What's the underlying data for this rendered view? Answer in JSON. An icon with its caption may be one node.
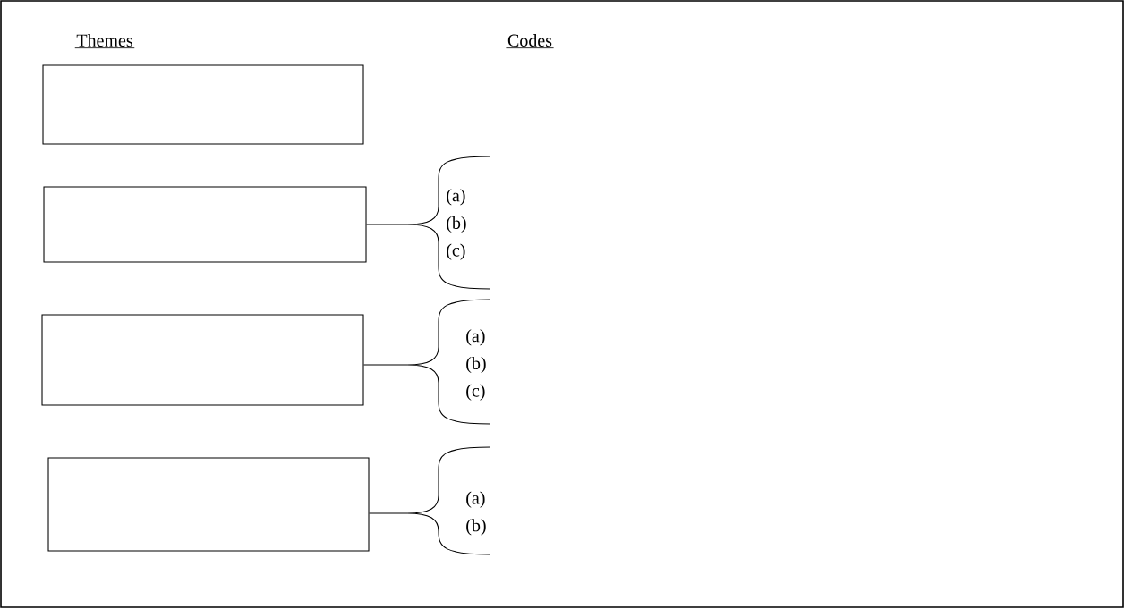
{
  "diagram": {
    "nodes": [
      {
        "text": [],
        "shape": "box"
      },
      {
        "text": [],
        "shape": "box"
      },
      {
        "text": [],
        "shape": "box"
      },
      {
        "text": [],
        "shape": "box"
      },
      {
        "text": [
          "(a)",
          "(b)",
          "(c)"
        ]
      },
      {
        "text": [
          "(a)",
          "(b)",
          "(c)"
        ]
      },
      {
        "text": [
          "(a)",
          "(b)"
        ]
      }
    ],
    "edges": [
      {
        "from": 1,
        "to": 4,
        "arrow": "none"
      },
      {
        "from": 2,
        "to": 5,
        "arrow": "none"
      },
      {
        "from": 3,
        "to": 6,
        "arrow": "none"
      }
    ],
    "labels": [
      "Themes",
      "Codes"
    ]
  }
}
